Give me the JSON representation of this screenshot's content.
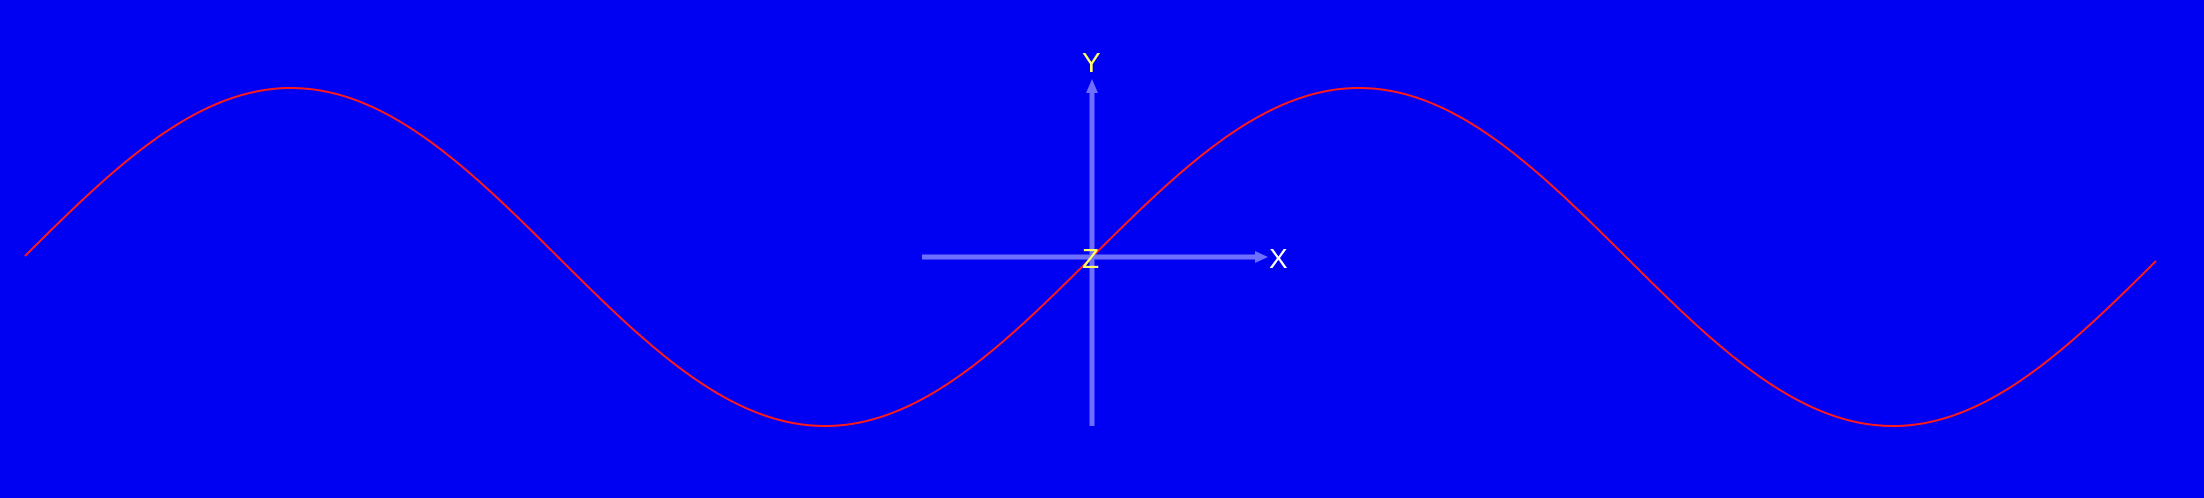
{
  "scene": {
    "background_color": "#0000f2",
    "curve_color": "#ff1a1a",
    "axis_color": "#6f6fff",
    "label_color": "#ffff66"
  },
  "axes": {
    "x_label": "X",
    "y_label": "Y",
    "z_label": "Z"
  }
}
